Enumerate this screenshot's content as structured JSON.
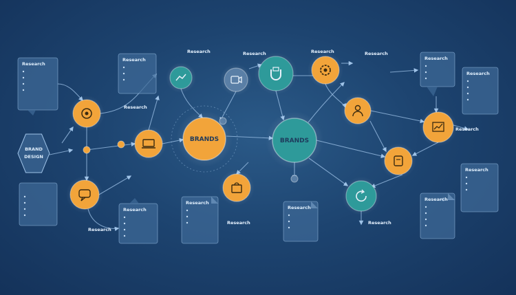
{
  "colors": {
    "background": "#1d4470",
    "orange": "#f2a43a",
    "teal": "#2e9a9a",
    "slate": "#5a7fa6",
    "connector": "#9fc3e8",
    "card": "#3f6a97"
  },
  "hub_nodes": [
    {
      "id": "left-hub",
      "color": "orange",
      "title": "BRANDS",
      "subtitle": ""
    },
    {
      "id": "center-hub",
      "color": "teal",
      "title": "BRANDS",
      "subtitle": ""
    }
  ],
  "icon_nodes": [
    {
      "id": "n1",
      "color": "orange",
      "icon": "gear-cycle-icon"
    },
    {
      "id": "n2",
      "color": "orange",
      "icon": "laptop-icon"
    },
    {
      "id": "n3",
      "color": "orange",
      "icon": "chat-bubble-icon"
    },
    {
      "id": "n4",
      "color": "slate",
      "icon": "video-camera-icon"
    },
    {
      "id": "n5",
      "color": "teal",
      "icon": "magnet-icon"
    },
    {
      "id": "n6",
      "color": "orange",
      "icon": "gear-icon"
    },
    {
      "id": "n7",
      "color": "orange",
      "icon": "shopping-bag-icon"
    },
    {
      "id": "n8",
      "color": "orange",
      "icon": "person-icon"
    },
    {
      "id": "n9",
      "color": "orange",
      "icon": "chart-icon"
    },
    {
      "id": "n10",
      "color": "orange",
      "icon": "hand-icon"
    },
    {
      "id": "n11",
      "color": "teal",
      "icon": "refresh-icon"
    },
    {
      "id": "n12",
      "color": "teal",
      "icon": "chart-line-icon"
    }
  ],
  "cards": [
    {
      "id": "c1",
      "title": "Research",
      "lines": [
        "",
        "",
        "",
        ""
      ]
    },
    {
      "id": "c2",
      "title": "Research",
      "lines": [
        "",
        "",
        ""
      ]
    },
    {
      "id": "c3",
      "title": "",
      "lines": [
        "",
        "",
        "",
        ""
      ]
    },
    {
      "id": "c4",
      "title": "Research",
      "lines": [
        "",
        "",
        "",
        ""
      ]
    },
    {
      "id": "c5",
      "title": "Research",
      "lines": [
        "",
        "",
        ""
      ]
    },
    {
      "id": "c6",
      "title": "Research",
      "lines": [
        "",
        "",
        ""
      ]
    },
    {
      "id": "c7",
      "title": "Research",
      "lines": [
        "",
        "",
        ""
      ]
    },
    {
      "id": "c8",
      "title": "Research",
      "lines": [
        "",
        "",
        "",
        ""
      ]
    },
    {
      "id": "c9",
      "title": "Research",
      "lines": [
        "",
        "",
        ""
      ]
    },
    {
      "id": "c10",
      "title": "Research",
      "lines": [
        "",
        "",
        "",
        ""
      ]
    },
    {
      "id": "c11",
      "title": "Research",
      "lines": [
        "",
        "",
        "",
        ""
      ]
    }
  ],
  "left_label": {
    "title": "BRAND",
    "subtitle": "DESIGN"
  },
  "bare_labels": [
    {
      "id": "b1",
      "title": "Research",
      "lines": []
    },
    {
      "id": "b2",
      "title": "Research",
      "lines": []
    },
    {
      "id": "b3",
      "title": "Research",
      "lines": [
        ""
      ]
    },
    {
      "id": "b4",
      "title": "Research",
      "lines": [
        "",
        ""
      ]
    },
    {
      "id": "b5",
      "title": "Research",
      "lines": [
        ""
      ]
    },
    {
      "id": "b6",
      "title": "Research",
      "lines": [
        ""
      ]
    },
    {
      "id": "b7",
      "title": "Research",
      "lines": [
        ""
      ]
    },
    {
      "id": "b8",
      "title": "Research",
      "lines": [
        ""
      ]
    },
    {
      "id": "b9",
      "title": "Research",
      "lines": [
        ""
      ]
    }
  ]
}
